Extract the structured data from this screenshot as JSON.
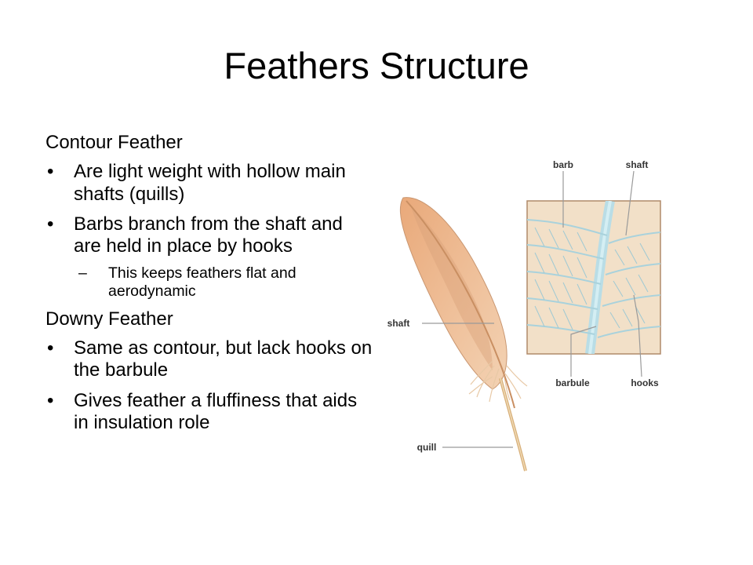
{
  "slide": {
    "title": "Feathers Structure",
    "sections": [
      {
        "heading": "Contour Feather",
        "bullets": [
          "Are light weight with hollow main shafts (quills)",
          "Barbs branch from the shaft and are held in place by hooks"
        ],
        "sub_bullets": [
          "This keeps feathers flat and aerodynamic"
        ]
      },
      {
        "heading": "Downy Feather",
        "bullets": [
          "Same as contour, but lack hooks on the barbule",
          "Gives feather a fluffiness that aids in insulation role"
        ]
      }
    ]
  },
  "figure": {
    "labels": {
      "barb": "barb",
      "shaft_top": "shaft",
      "shaft_left": "shaft",
      "barbule": "barbule",
      "hooks": "hooks",
      "quill": "quill"
    },
    "colors": {
      "feather": "#e8b48a",
      "feather_dark": "#c99670",
      "inset_bg": "#f2e0c8",
      "inset_line": "#a9d2dc",
      "pointer": "#9a9a9a"
    }
  }
}
